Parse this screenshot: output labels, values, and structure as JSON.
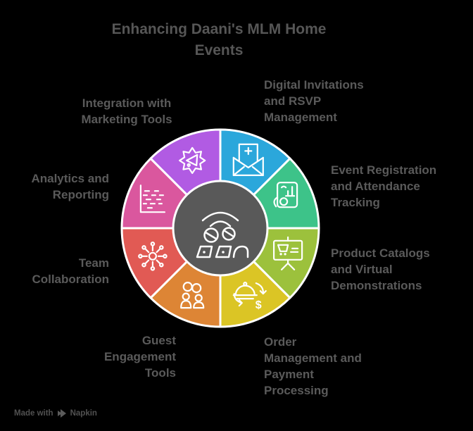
{
  "title": {
    "text": "Enhancing Daani's MLM Home\nEvents"
  },
  "segments": [
    {
      "id": "digital-invitations",
      "label": "Digital Invitations\nand RSVP\nManagement",
      "color": "#2BA7DB",
      "icon": "envelope-plus-icon"
    },
    {
      "id": "event-registration",
      "label": "Event Registration\nand Attendance\nTracking",
      "color": "#3DC389",
      "icon": "ticket-chart-icon"
    },
    {
      "id": "product-catalogs",
      "label": "Product Catalogs\nand Virtual\nDemonstrations",
      "color": "#9CC13C",
      "icon": "presentation-cart-icon"
    },
    {
      "id": "order-management",
      "label": "Order\nManagement and\nPayment\nProcessing",
      "color": "#DBC525",
      "icon": "cloche-payment-icon",
      "dollar_glyph": "$"
    },
    {
      "id": "guest-engagement",
      "label": "Guest\nEngagement\nTools",
      "color": "#DD8535",
      "icon": "people-rings-icon"
    },
    {
      "id": "team-collaboration",
      "label": "Team\nCollaboration",
      "color": "#E15A54",
      "icon": "network-hub-icon"
    },
    {
      "id": "analytics-reporting",
      "label": "Analytics and\nReporting",
      "color": "#DA579E",
      "icon": "analytics-chart-icon"
    },
    {
      "id": "integration-marketing",
      "label": "Integration with\nMarketing Tools",
      "color": "#B15BE3",
      "icon": "gear-badge-icon"
    }
  ],
  "center": {
    "icon": "virtual-meeting-icon",
    "bg": "#595959"
  },
  "colors": {
    "background": "#000000",
    "center_circle": "#595959",
    "icon_stroke": "#FFFFFF",
    "label_text": "#5A5A5A",
    "title_text": "#565656"
  },
  "footer": {
    "made_with": "Made with",
    "brand": "Napkin"
  }
}
